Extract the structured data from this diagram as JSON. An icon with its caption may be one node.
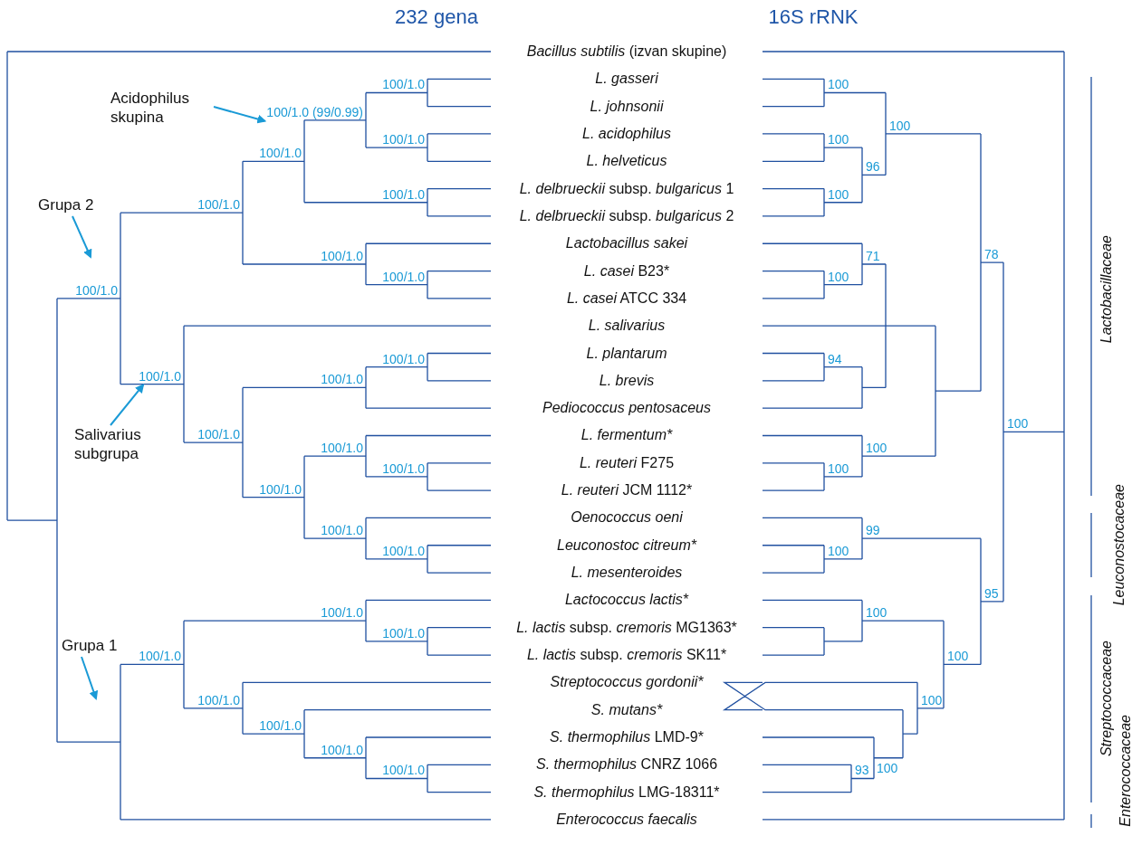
{
  "diagram": {
    "nodes": [
      {
        "text": [
          "*Bacillus subtilis* (izvan skupine)"
        ]
      },
      {
        "text": [
          "L. gasseri"
        ]
      },
      {
        "text": [
          "L. johnsonii"
        ]
      },
      {
        "text": [
          "L. acidophilus"
        ]
      },
      {
        "text": [
          "L. helveticus"
        ]
      },
      {
        "text": [
          "*L. delbrueckii* subsp. *bulgaricus* 1"
        ]
      },
      {
        "text": [
          "*L. delbrueckii* subsp. *bulgaricus* 2"
        ]
      },
      {
        "text": [
          "Lactobacillus sakei"
        ]
      },
      {
        "text": [
          "*L. casei* B23*"
        ]
      },
      {
        "text": [
          "*L. casei* ATCC 334"
        ]
      },
      {
        "text": [
          "L. salivarius"
        ]
      },
      {
        "text": [
          "L. plantarum"
        ]
      },
      {
        "text": [
          "L. brevis"
        ]
      },
      {
        "text": [
          "Pediococcus pentosaceus"
        ]
      },
      {
        "text": [
          "L. fermentum*"
        ]
      },
      {
        "text": [
          "*L. reuteri* F275"
        ]
      },
      {
        "text": [
          "*L. reuteri* JCM 1112*"
        ]
      },
      {
        "text": [
          "Oenococcus oeni"
        ]
      },
      {
        "text": [
          "Leuconostoc citreum*"
        ]
      },
      {
        "text": [
          "L. mesenteroides"
        ]
      },
      {
        "text": [
          "Lactococcus lactis*"
        ]
      },
      {
        "text": [
          "*L. lactis* subsp. *cremoris* MG1363*"
        ]
      },
      {
        "text": [
          "*L. lactis* subsp. *cremoris* SK11*"
        ]
      },
      {
        "text": [
          "Streptococcus gordonii*"
        ]
      },
      {
        "text": [
          "S. mutans*"
        ]
      },
      {
        "text": [
          "*S. thermophilus* LMD-9*"
        ]
      },
      {
        "text": [
          "*S. thermophilus* CNRZ 1066"
        ]
      },
      {
        "text": [
          "*S. thermophilus* LMG-18311*"
        ]
      },
      {
        "text": [
          "Enterococcus faecalis"
        ]
      },
      {
        "text": [
          "Acidophilus skupina"
        ]
      },
      {
        "text": [
          "Grupa 2"
        ]
      },
      {
        "text": [
          "Salivarius subgrupa"
        ]
      },
      {
        "text": [
          "Grupa 1"
        ]
      },
      {
        "text": [
          "100/1.0 (99/0.99)"
        ]
      },
      {
        "text": [
          "100/1.0"
        ]
      }
    ],
    "edges": [
      {
        "from": 29,
        "to": 33,
        "arrow": "to"
      },
      {
        "from": 30,
        "to": null,
        "arrow": "to"
      },
      {
        "from": 31,
        "to": 34,
        "arrow": "to"
      },
      {
        "from": 32,
        "to": null,
        "arrow": "to"
      }
    ],
    "labels": [
      "232 gena",
      "16S rRNK",
      "100/1.0",
      "100/1.0",
      "100/1.0",
      "100/1.0",
      "100/1.0",
      "100/1.0",
      "100/1.0",
      "100/1.0",
      "100/1.0",
      "100/1.0",
      "100/1.0",
      "100/1.0",
      "100/1.0",
      "100/1.0",
      "100/1.0",
      "100/1.0",
      "100/1.0",
      "100/1.0",
      "100/1.0",
      "100/1.0",
      "100/1.0",
      "100/1.0",
      "100/1.0",
      "100",
      "100",
      "100",
      "96",
      "100",
      "71",
      "78",
      "100",
      "94",
      "100",
      "100",
      "100",
      "99",
      "100",
      "95",
      "100",
      "100",
      "100",
      "93",
      "100",
      "Lactobacillaceae",
      "Leuconostocaceae",
      "Streptococcaceae",
      "Enterococcaceae"
    ]
  }
}
